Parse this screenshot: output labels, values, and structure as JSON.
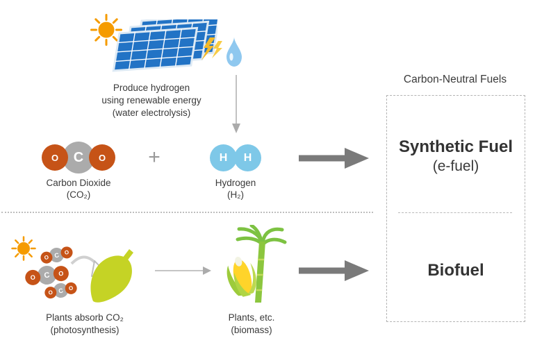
{
  "diagram": {
    "top": {
      "caption": {
        "line1": "Produce hydrogen",
        "line2": "using renewable energy",
        "line3": "(water electrolysis)"
      },
      "co2": {
        "o": "O",
        "c": "C",
        "label": "Carbon Dioxide",
        "formula": "(CO₂)"
      },
      "plus": "+",
      "h2": {
        "h": "H",
        "label": "Hydrogen",
        "formula": "(H₂)"
      }
    },
    "box": {
      "title": "Carbon-Neutral Fuels",
      "synthetic_name": "Synthetic Fuel",
      "synthetic_sub": "(e-fuel)",
      "biofuel_name": "Biofuel"
    },
    "bottom": {
      "mini_o": "O",
      "mini_c": "C",
      "absorb_line1": "Plants absorb CO₂",
      "absorb_line2": "(photosynthesis)",
      "biomass_line1": "Plants, etc.",
      "biomass_line2": "(biomass)"
    },
    "icons": {
      "sun": "☀",
      "solar_panels": "▦",
      "lightning": "⚡",
      "water_drop": "💧",
      "down_arrow": "↓",
      "right_arrow_thin": "→",
      "right_arrow_bold": "➡",
      "curved_arrow": "↷",
      "leaf": "🍃",
      "biomass_plant": "🌽"
    },
    "colors": {
      "sun": "#F59B00",
      "panel_blue": "#2273C5",
      "lightning": "#F3B929",
      "water_drop": "#8FC8EF",
      "oxygen": "#C65317",
      "carbon": "#ABABAB",
      "hydrogen": "#7EC8E8",
      "leaf": "#C5D325",
      "corn": "#FFD42A",
      "stalk": "#8CC63E",
      "arrow_bold": "#7A7A7A",
      "arrow_thin": "#ABABAB",
      "text": "#3A3A3A",
      "dash": "#B5B5B5"
    }
  }
}
